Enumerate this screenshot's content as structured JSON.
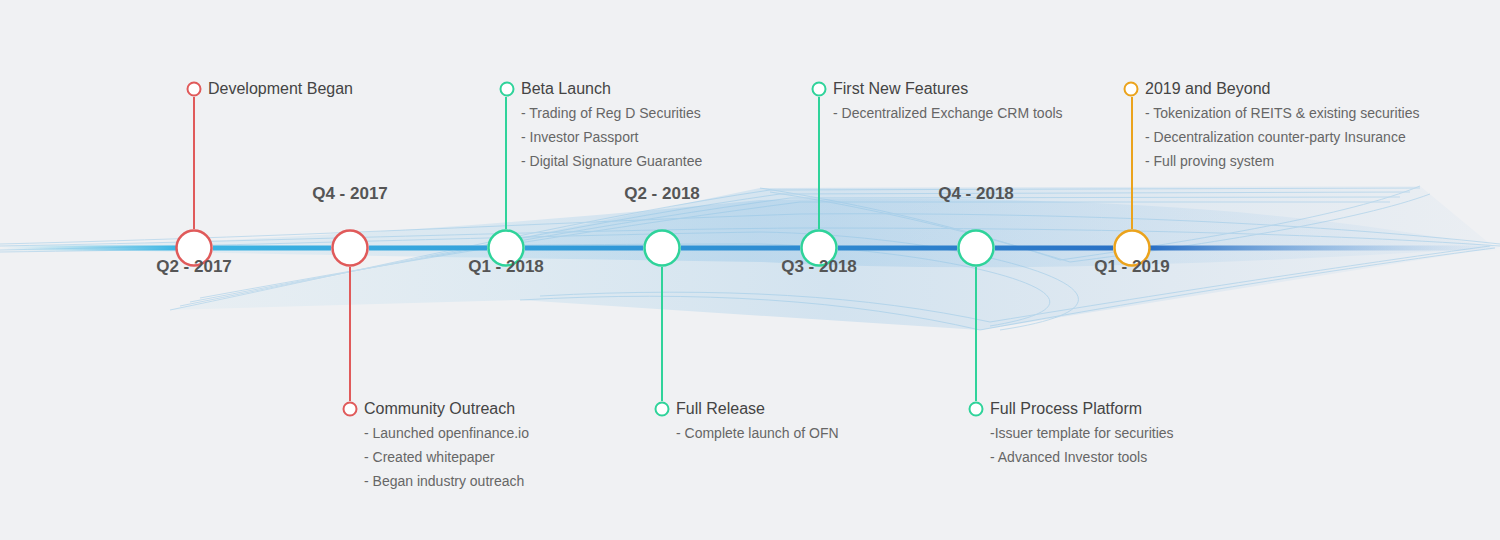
{
  "diagram": {
    "nodes": [
      {
        "text": [
          "Q2 - 2017"
        ]
      },
      {
        "text": [
          "Q4 - 2017"
        ]
      },
      {
        "text": [
          "Q1 - 2018"
        ]
      },
      {
        "text": [
          "Q2 - 2018"
        ]
      },
      {
        "text": [
          "Q3 - 2018"
        ]
      },
      {
        "text": [
          "Q4 - 2018"
        ]
      },
      {
        "text": [
          "Q1 - 2019"
        ]
      },
      {
        "text": [
          "Development Began"
        ]
      },
      {
        "text": [
          "Community Outreach",
          "- Launched openfinance.io",
          "- Created whitepaper",
          "- Began industry outreach"
        ]
      },
      {
        "text": [
          "Beta Launch",
          "- Trading of Reg D Securities",
          "- Investor Passport",
          "- Digital Signature Guarantee"
        ]
      },
      {
        "text": [
          "Full Release",
          "- Complete launch of OFN"
        ]
      },
      {
        "text": [
          "First New Features",
          "- Decentralized Exchange CRM tools"
        ]
      },
      {
        "text": [
          "Full Process Platform",
          "-Issuer template for securities",
          "- Advanced Investor tools"
        ]
      },
      {
        "text": [
          "2019 and Beyond",
          "- Tokenization of REITS & existing securities",
          "- Decentralization counter-party Insurance",
          "- Full proving system"
        ]
      }
    ],
    "edges": [
      {
        "from": 0,
        "to": 1,
        "arrow": "none"
      },
      {
        "from": 1,
        "to": 2,
        "arrow": "none"
      },
      {
        "from": 2,
        "to": 3,
        "arrow": "none"
      },
      {
        "from": 3,
        "to": 4,
        "arrow": "none"
      },
      {
        "from": 4,
        "to": 5,
        "arrow": "none"
      },
      {
        "from": 5,
        "to": 6,
        "arrow": "none"
      },
      {
        "from": 0,
        "to": 7,
        "arrow": "none"
      },
      {
        "from": 1,
        "to": 8,
        "arrow": "none"
      },
      {
        "from": 2,
        "to": 9,
        "arrow": "none"
      },
      {
        "from": 3,
        "to": 10,
        "arrow": "none"
      },
      {
        "from": 4,
        "to": 11,
        "arrow": "none"
      },
      {
        "from": 5,
        "to": 12,
        "arrow": "none"
      },
      {
        "from": 6,
        "to": 13,
        "arrow": "none"
      }
    ]
  }
}
